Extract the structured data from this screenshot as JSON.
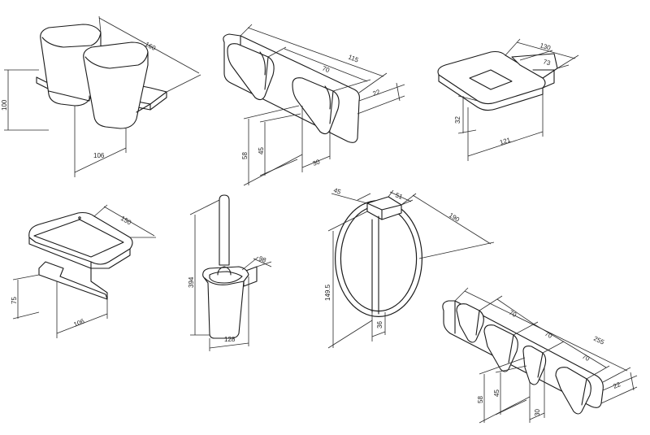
{
  "items": [
    {
      "name": "double-tumbler-holder",
      "dims": {
        "width": "160",
        "height": "100",
        "spacing": "106"
      }
    },
    {
      "name": "double-hook",
      "dims": {
        "length": "115",
        "pitch": "70",
        "depth": "22",
        "height": "58",
        "hook_height": "45",
        "hook_width": "30"
      }
    },
    {
      "name": "soap-dish",
      "dims": {
        "width": "130",
        "depth": "73",
        "height": "32",
        "length": "121"
      }
    },
    {
      "name": "glass-shelf-holder",
      "dims": {
        "width": "150",
        "height": "75",
        "depth": "106"
      }
    },
    {
      "name": "toilet-brush",
      "dims": {
        "height": "394",
        "depth": "98",
        "width": "128"
      }
    },
    {
      "name": "towel-ring",
      "dims": {
        "top": "45",
        "mount": "51",
        "width": "190",
        "height": "149.5",
        "base": "36"
      }
    },
    {
      "name": "quad-hook-rail",
      "dims": {
        "length": "255",
        "pitch1": "70",
        "pitch2": "70",
        "pitch3": "70",
        "depth": "22",
        "height": "58",
        "hook_height": "45",
        "hook_width": "30"
      }
    }
  ]
}
